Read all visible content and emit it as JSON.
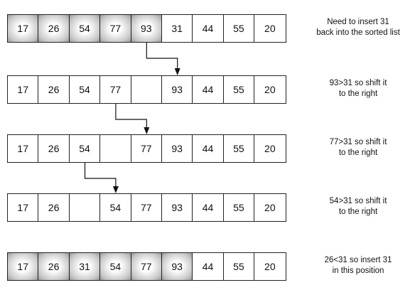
{
  "steps": [
    {
      "cells": [
        "17",
        "26",
        "54",
        "77",
        "93",
        "31",
        "44",
        "55",
        "20"
      ],
      "sorted": [
        0,
        1,
        2,
        3,
        4
      ],
      "caption": [
        "Need to insert 31",
        "back into the sorted list"
      ]
    },
    {
      "cells": [
        "17",
        "26",
        "54",
        "77",
        "",
        "93",
        "44",
        "55",
        "20"
      ],
      "sorted": [],
      "caption": [
        "93>31 so shift it",
        "to the right"
      ]
    },
    {
      "cells": [
        "17",
        "26",
        "54",
        "",
        "77",
        "93",
        "44",
        "55",
        "20"
      ],
      "sorted": [],
      "caption": [
        "77>31 so shift it",
        "to the right"
      ]
    },
    {
      "cells": [
        "17",
        "26",
        "",
        "54",
        "77",
        "93",
        "44",
        "55",
        "20"
      ],
      "sorted": [],
      "caption": [
        "54>31 so shift it",
        "to the right"
      ]
    },
    {
      "cells": [
        "17",
        "26",
        "31",
        "54",
        "77",
        "93",
        "44",
        "55",
        "20"
      ],
      "sorted": [
        0,
        1,
        2,
        3,
        4,
        5
      ],
      "caption": [
        "26<31 so insert 31",
        "in this position"
      ]
    }
  ]
}
